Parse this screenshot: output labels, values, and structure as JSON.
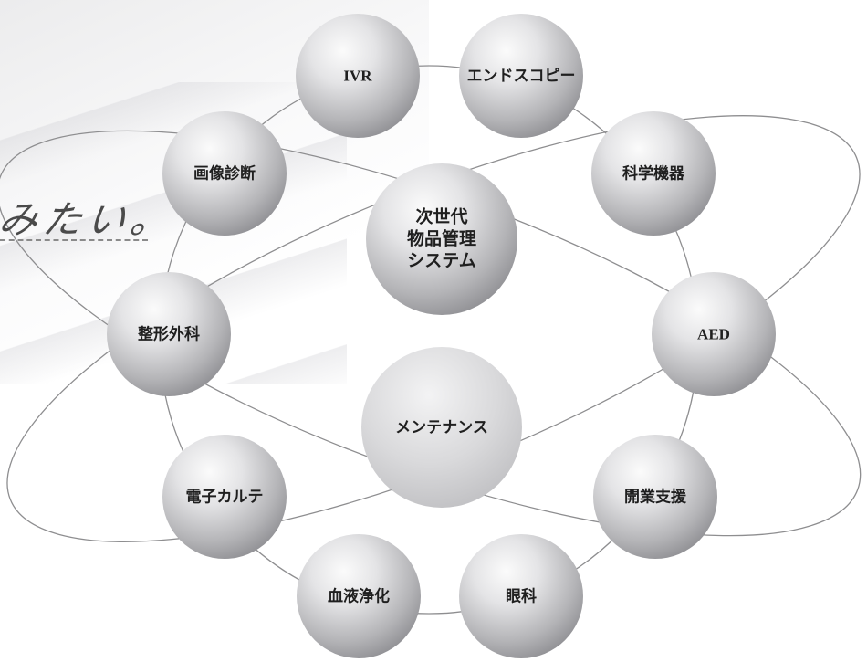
{
  "tagline": "みたい。",
  "center_node": {
    "label_lines": [
      "次世代",
      "物品管理",
      "システム"
    ]
  },
  "nodes": [
    {
      "id": "ivr",
      "label": "IVR"
    },
    {
      "id": "endoscopy",
      "label": "エンドスコピー"
    },
    {
      "id": "science",
      "label": "科学機器"
    },
    {
      "id": "aed",
      "label": "AED"
    },
    {
      "id": "clinic",
      "label": "開業支援"
    },
    {
      "id": "eye",
      "label": "眼科"
    },
    {
      "id": "blood",
      "label": "血液浄化"
    },
    {
      "id": "ekarte",
      "label": "電子カルテ"
    },
    {
      "id": "ortho",
      "label": "整形外科"
    },
    {
      "id": "imaging",
      "label": "画像診断"
    },
    {
      "id": "maintenance",
      "label": "メンテナンス"
    }
  ],
  "colors": {
    "sphere_light": "#f7f7f7",
    "sphere_mid": "#c9c9cb",
    "sphere_dark": "#8d8d90",
    "orbit_line": "#8e8e90",
    "text": "#1f1f1f"
  }
}
